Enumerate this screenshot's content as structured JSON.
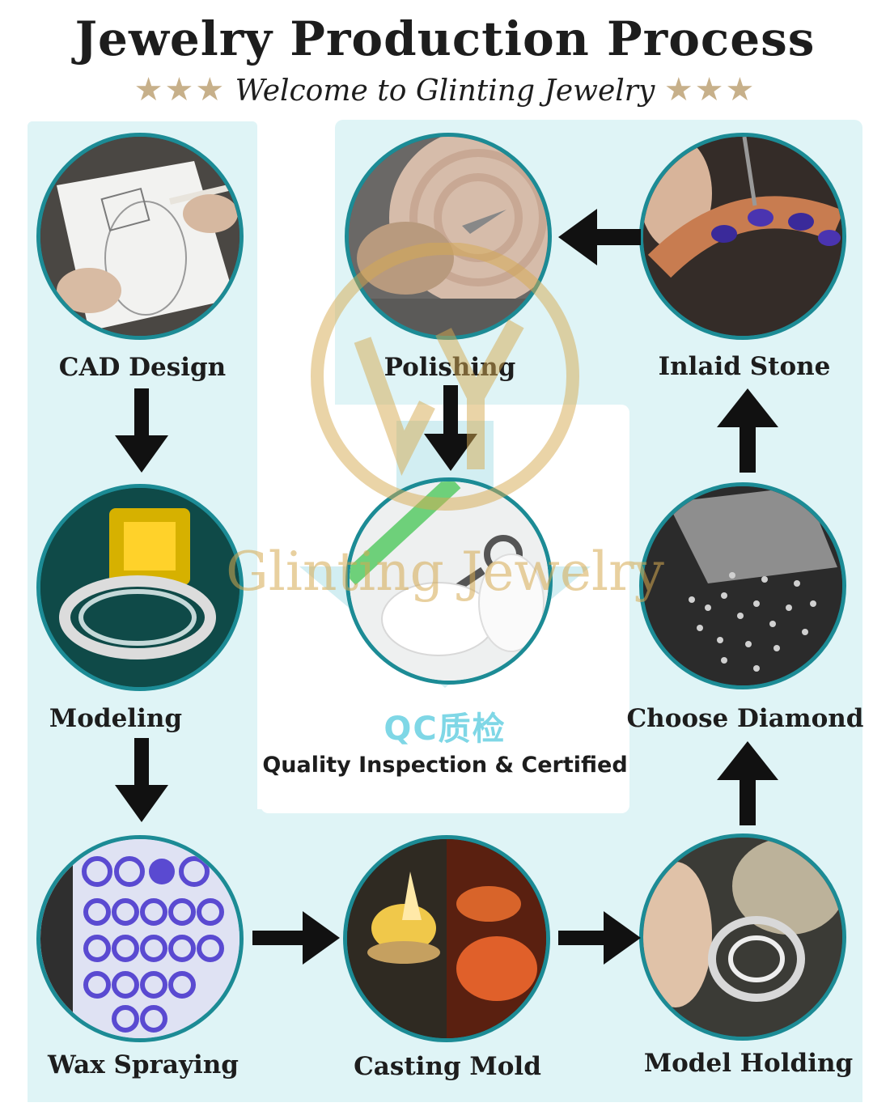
{
  "title": "Jewelry Production Process",
  "subtitle": "Welcome to Glinting Jewelry",
  "subtitle_stars": "★★★",
  "watermark": "Glinting Jewelry",
  "steps": [
    {
      "label": "CAD Design",
      "icon": "tablet-sketch-image"
    },
    {
      "label": "Modeling",
      "icon": "3d-ring-model-image"
    },
    {
      "label": "Wax Spraying",
      "icon": "wax-models-image"
    },
    {
      "label": "Casting Mold",
      "icon": "casting-fire-image"
    },
    {
      "label": "Model Holding",
      "icon": "ring-holding-image"
    },
    {
      "label": "Choose Diamond",
      "icon": "loose-diamonds-image"
    },
    {
      "label": "Inlaid Stone",
      "icon": "stone-setting-image"
    },
    {
      "label": "Polishing",
      "icon": "polishing-wheel-image"
    }
  ],
  "qc": {
    "code": "QC质检",
    "label": "Quality Inspection & Certified",
    "icon": "loupe-inspection-image"
  },
  "colors": {
    "panel": "#dff4f6",
    "circle_border": "#1c8b95",
    "star": "#c7b08a",
    "watermark": "#d6aa50",
    "qc_code": "#7fd7e6",
    "text": "#1d1d1d"
  }
}
